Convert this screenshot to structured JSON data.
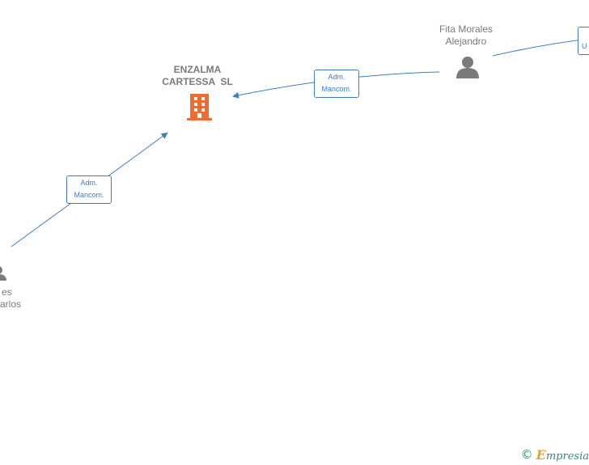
{
  "company": {
    "name_line1": "ENZALMA",
    "name_line2": "CARTESSA  SL",
    "icon": "building-icon",
    "color": "#f26a2e"
  },
  "people": [
    {
      "line1": "Fita Morales",
      "line2": "Alejandro",
      "icon": "person-icon"
    },
    {
      "line1": "es",
      "line2": "arlos",
      "icon": "person-icon"
    }
  ],
  "edges": [
    {
      "line1": "Adm.",
      "line2": "Mancom."
    },
    {
      "line1": "Adm.",
      "line2": "Mancom."
    },
    {
      "line1": "",
      "line2": "U"
    }
  ],
  "brand": {
    "copyright": "©",
    "initial": "E",
    "rest": "mpresia"
  },
  "colors": {
    "edge": "#3d7cc9",
    "person": "#7a7a7a",
    "text": "#7a7a7a"
  }
}
